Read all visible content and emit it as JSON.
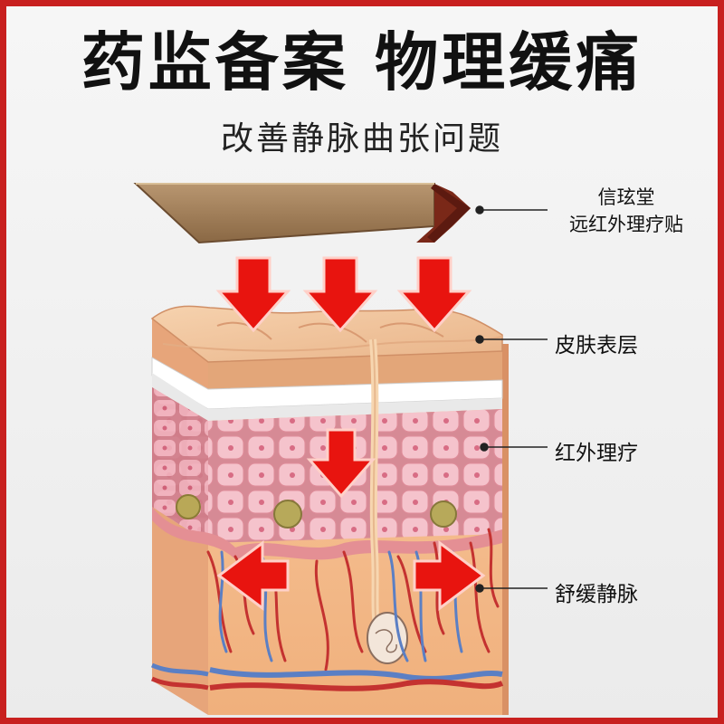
{
  "title": "药监备案 物理缓痛",
  "subtitle": "改善静脉曲张问题",
  "labels": {
    "patch_line1": "信玹堂",
    "patch_line2": "远红外理疗贴",
    "epidermis": "皮肤表层",
    "infrared": "红外理疗",
    "veins": "舒缓静脉"
  },
  "colors": {
    "border": "#c8201f",
    "arrow": "#e8140f",
    "patch": "#9b7a55",
    "skin": "#f0c192",
    "cells": "#f2b3bf",
    "vein_blue": "#5b7fc4",
    "artery_red": "#c43230"
  }
}
